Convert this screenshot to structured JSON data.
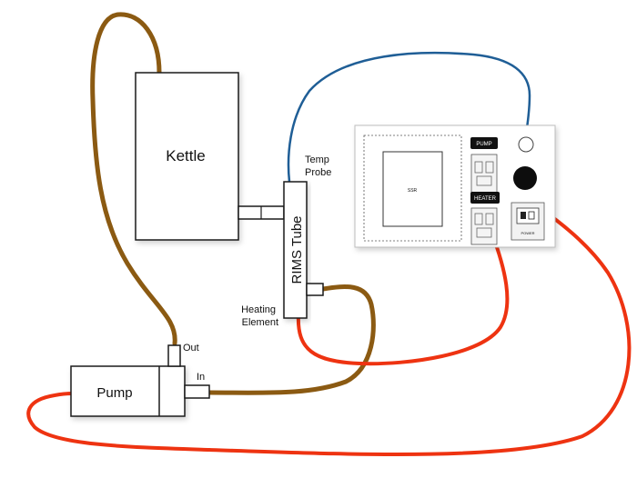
{
  "labels": {
    "kettle": "Kettle",
    "rims_tube": "RIMS Tube",
    "pump": "Pump",
    "temp_probe_line1": "Temp",
    "temp_probe_line2": "Probe",
    "heating_line1": "Heating",
    "heating_line2": "Element",
    "pump_out": "Out",
    "pump_in": "In",
    "ssr": "SSR",
    "panel_pump": "PUMP",
    "panel_heater": "HEATER",
    "panel_inlet": "POWER"
  },
  "colors": {
    "hose": "#8B5A12",
    "power_cable": "#EE3311",
    "probe_cable": "#1F5E96",
    "panel_badge": "#111111"
  }
}
